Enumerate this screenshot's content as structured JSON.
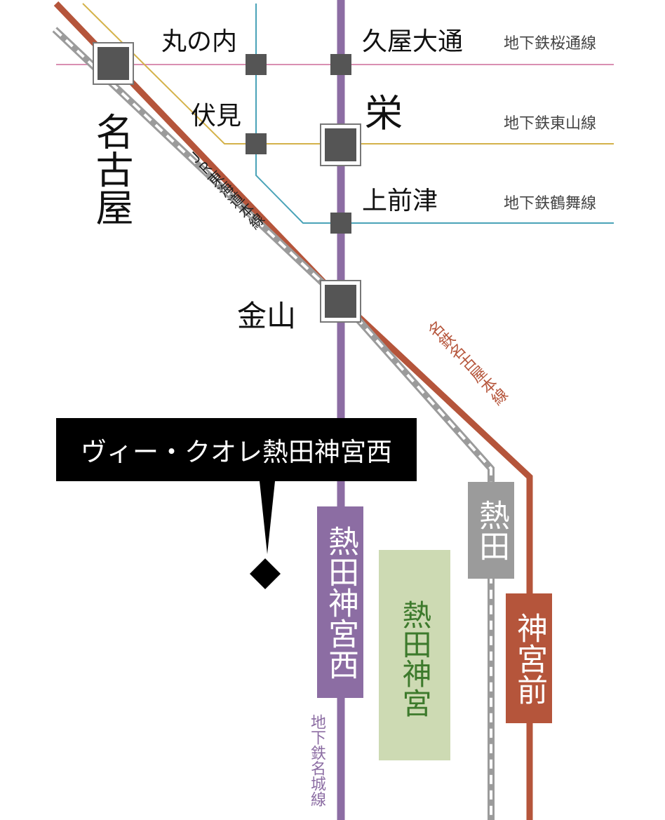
{
  "stations": {
    "nagoya": "名古屋",
    "marunouchi": "丸の内",
    "hisaya_odori": "久屋大通",
    "fushimi": "伏見",
    "sakae": "栄",
    "kamimaezu": "上前津",
    "kanayama": "金山",
    "atsuta": "熱田",
    "jingu_mae": "神宮前",
    "atsuta_jingu_nishi": "熱田神宮西"
  },
  "lines": {
    "sakura_dori": "地下鉄桜通線",
    "higashiyama": "地下鉄東山線",
    "tsurumai": "地下鉄鶴舞線",
    "jr_tokaido": "ＪＲ東海道本線",
    "meitetsu": "名鉄名古屋本線",
    "meijo": "地下鉄名城線"
  },
  "landmark": "熱田神宮",
  "property": "ヴィー・クオレ熱田神宮西",
  "colors": {
    "meijo": "#8c6da3",
    "meitetsu": "#b5553b",
    "jr": "#9b9b9b",
    "sakura_dori": "#d98fb2",
    "higashiyama": "#d4b24a",
    "tsurumai": "#4aa3b8",
    "station_fill": "#555555",
    "shrine_fill": "#cddab3",
    "shrine_text": "#3d7a2c",
    "callout_bg": "#000000"
  }
}
